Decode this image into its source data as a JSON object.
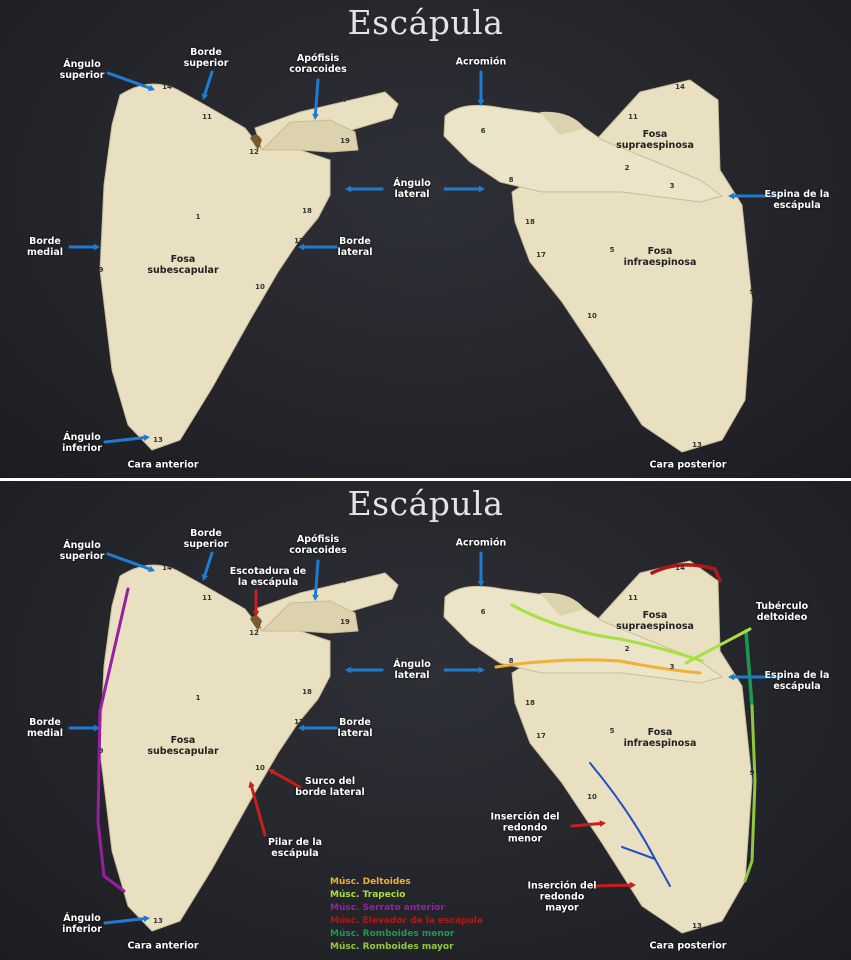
{
  "title": "Escápula",
  "labels": {
    "angulo_superior": "Ángulo\nsuperior",
    "borde_superior": "Borde\nsuperior",
    "apofisis_coracoides": "Apófisis\ncoracoides",
    "acromion": "Acromión",
    "angulo_lateral": "Ángulo\nlateral",
    "fosa_supraespinosa": "Fosa\nsupraespinosa",
    "espina": "Espina de la\nescápula",
    "borde_medial": "Borde\nmedial",
    "borde_lateral": "Borde\nlateral",
    "fosa_subescapular": "Fosa\nsubescapular",
    "fosa_infraespinosa": "Fosa\ninfraespinosa",
    "angulo_inferior": "Ángulo\ninferior",
    "cara_anterior": "Cara anterior",
    "cara_posterior": "Cara posterior",
    "escotadura": "Escotadura de\nla escápula",
    "tuberculo_deltoideo": "Tubérculo\ndeltoideo",
    "surco_borde_lateral": "Surco del\nborde lateral",
    "pilar": "Pilar de la\nescápula",
    "insercion_redondo_menor": "Inserción del\nredondo\nmenor",
    "insercion_redondo_mayor": "Inserción del\nredondo\nmayor"
  },
  "numbers": {
    "anterior": [
      "14",
      "11",
      "12",
      "7",
      "19",
      "1",
      "18",
      "17",
      "9",
      "10",
      "13"
    ],
    "posterior": [
      "14",
      "11",
      "6",
      "2",
      "3",
      "8",
      "18",
      "17",
      "5",
      "10",
      "9",
      "13"
    ]
  },
  "legend": [
    {
      "label": "Músc. Deltoides",
      "color": "#f0b030"
    },
    {
      "label": "Músc. Trapecio",
      "color": "#a8e040"
    },
    {
      "label": "Músc. Serrato anterior",
      "color": "#9a1fa0"
    },
    {
      "label": "Músc. Elevador de la escápula",
      "color": "#b01818"
    },
    {
      "label": "Músc. Romboides menor",
      "color": "#1a9a50"
    },
    {
      "label": "Músc. Romboides mayor",
      "color": "#90c840"
    }
  ],
  "colors": {
    "arrow": "#1f7bd0",
    "red_arrow": "#c81e1e",
    "bone": "#e9e0c2"
  }
}
